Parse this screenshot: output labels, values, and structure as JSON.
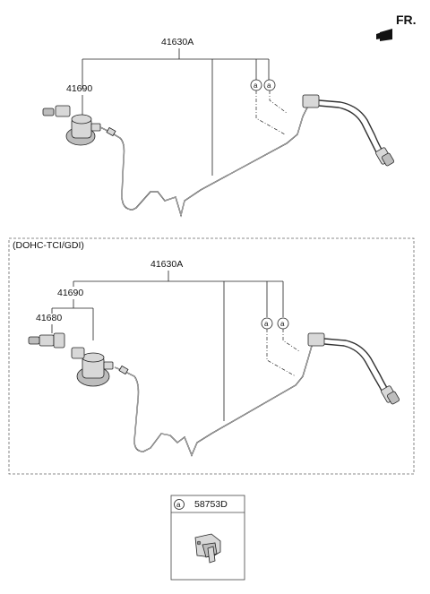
{
  "direction_label": "FR.",
  "top_diagram": {
    "assembly_part": "41630A",
    "sub_part": "41690",
    "ref_a1": "a",
    "ref_a2": "a"
  },
  "bottom_diagram": {
    "variant_label": "(DOHC-TCI/GDI)",
    "assembly_part": "41630A",
    "sub_part": "41690",
    "sub_part_2": "41680",
    "ref_a1": "a",
    "ref_a2": "a"
  },
  "legend": {
    "ref": "a",
    "part_number": "58753D"
  }
}
